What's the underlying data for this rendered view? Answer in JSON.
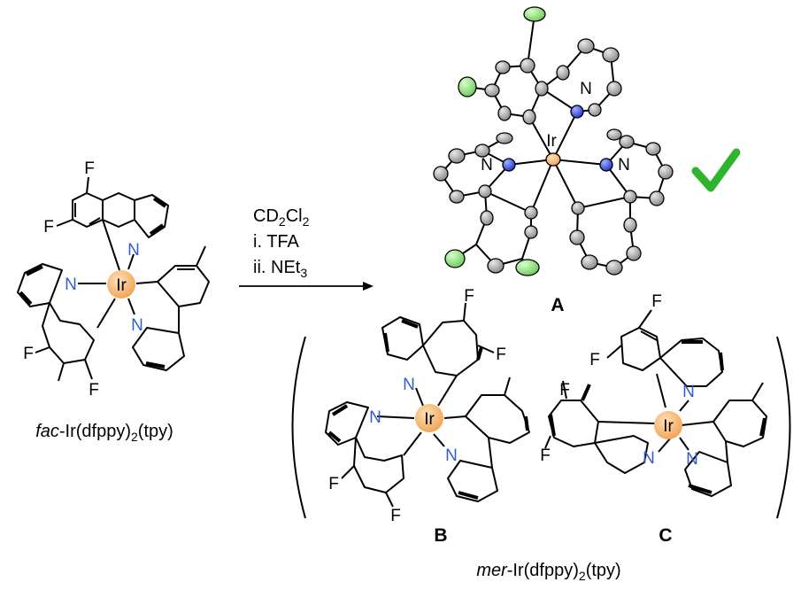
{
  "start_material": {
    "name": {
      "prefix": "fac",
      "body": "-Ir(dfppy)",
      "sub": "2",
      "tail": "(tpy)"
    }
  },
  "reaction": {
    "solvent": {
      "base": "CD",
      "s1": "2",
      "mid": "Cl",
      "s2": "2"
    },
    "step1": "i. TFA",
    "step2": {
      "base": "ii. NEt",
      "sub": "3"
    }
  },
  "products": {
    "A": {
      "label": "A"
    },
    "B": {
      "label": "B"
    },
    "C": {
      "label": "C"
    },
    "group_name": {
      "prefix": "mer",
      "body": "-Ir(dfppy)",
      "sub": "2",
      "tail": "(tpy)"
    }
  },
  "atoms": {
    "iridium": "Ir",
    "nitrogen": "N",
    "fluorine": "F"
  },
  "colors": {
    "iridium": "#f2a65a",
    "nitrogen_text": "#2f5fd0",
    "nitrogen_ellipsoid": "#3b4fd8",
    "fluorine_ellipsoid": "#8fe07a",
    "carbon_ellipsoid": "#9a9a9a",
    "check": "#2db52d",
    "bond": "#000000"
  }
}
